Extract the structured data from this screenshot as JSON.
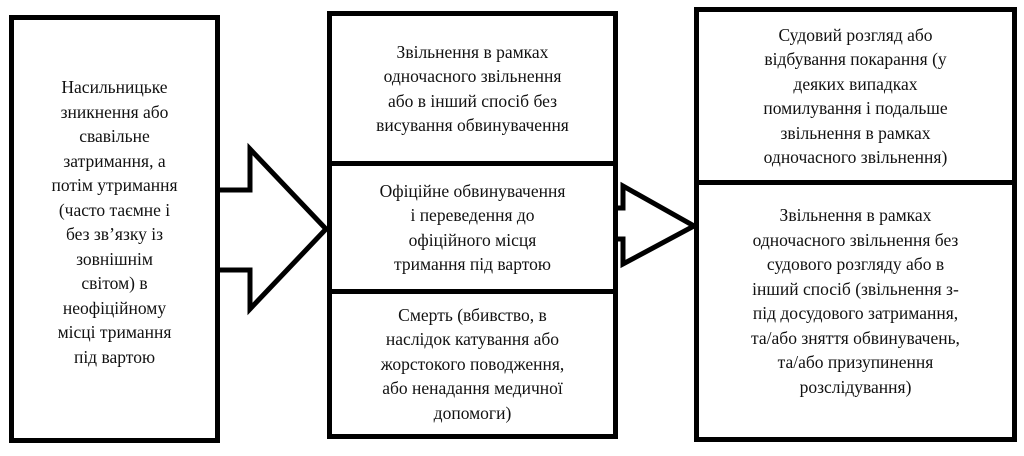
{
  "left": {
    "text": "Насильницьке\nзникнення або\nсвавільне\nзатримання, а\nпотім утримання\n(часто таємне і\nбез зв’язку із\nзовнішнім\nсвітом) в\nнеофіційному\nмісці тримання\nпід вартою"
  },
  "middle": [
    {
      "text": "Звільнення в рамках\nодночасного звільнення\nабо в інший спосіб без\nвисування обвинувачення"
    },
    {
      "text": "Офіційне обвинувачення\nі переведення до\nофіційного місця\nтримання під вартою"
    },
    {
      "text": "Смерть (вбивство, в\nнаслідок катування або\nжорстокого поводження,\nабо ненадання медичної\nдопомоги)"
    }
  ],
  "right": [
    {
      "text": "Судовий розгляд або\nвідбування покарання (у\nдеяких випадках\nпомилування і подальше\nзвільнення в рамках\nодночасного звільнення)"
    },
    {
      "text": "Звільнення в рамках\nодночасного звільнення без\nсудового розгляду або в\nінший спосіб (звільнення з-\nпід досудового затримання,\nта/або зняття обвинувачень,\nта/або призупинення\nрозслідування)"
    }
  ]
}
